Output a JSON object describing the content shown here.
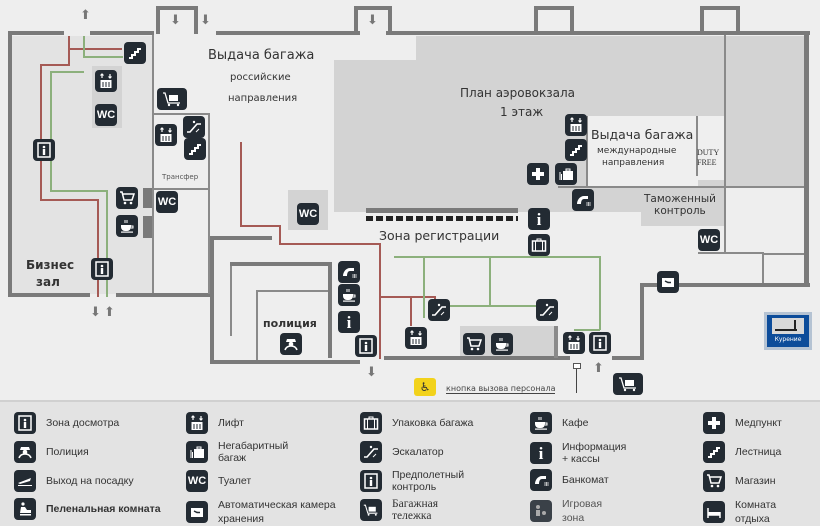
{
  "map": {
    "title_line1": "План аэровокзала",
    "title_line2": "1 этаж",
    "colors": {
      "walls": "#7a7a7a",
      "icon_bg": "#232b33",
      "route_departure": "#a55a55",
      "route_arrival": "#8cb07c",
      "smoking_sign": "#0c4c9a",
      "call_button": "#f2d21b"
    },
    "areas": {
      "baggage_domestic_line1": "Выдача багажа",
      "baggage_domestic_line2": "российские",
      "baggage_domestic_line3": "направления",
      "baggage_intl_line1": "Выдача багажа",
      "baggage_intl_line2": "международные",
      "baggage_intl_line3": "направления",
      "duty_free_line1": "DUTY",
      "duty_free_line2": "FREE",
      "customs_line1": "Таможенный",
      "customs_line2": "контроль",
      "checkin": "Зона регистрации",
      "transfer": "Трансфер",
      "business_line1": "Бизнес",
      "business_line2": "зал",
      "police": "полиция"
    },
    "smoking_label": "Курение",
    "call_button_label": "кнопка вызова персонала"
  },
  "legend": {
    "items": [
      {
        "icon": "security-frame-icon",
        "label": "Зона досмотра"
      },
      {
        "icon": "police-icon",
        "label": "Полиция"
      },
      {
        "icon": "boarding-gate-icon",
        "label": "Выход на посадку"
      },
      {
        "icon": "baby-changing-icon",
        "label": "Пеленальная комната"
      },
      {
        "icon": "elevator-icon",
        "label": "Лифт"
      },
      {
        "icon": "oversized-baggage-icon",
        "label": "Негабаритный багаж"
      },
      {
        "icon": "wc-icon",
        "label": "Туалет"
      },
      {
        "icon": "luggage-locker-icon",
        "label": "Автоматическая камера хранения"
      },
      {
        "icon": "baggage-wrapping-icon",
        "label": "Упаковка багажа"
      },
      {
        "icon": "escalator-icon",
        "label": "Эскалатор"
      },
      {
        "icon": "preflight-control-icon",
        "label": "Предполетный контроль"
      },
      {
        "icon": "baggage-trolley-icon",
        "label": "Багажная тележка"
      },
      {
        "icon": "cafe-icon",
        "label": "Кафе"
      },
      {
        "icon": "info-icon",
        "label": "Информация + кассы"
      },
      {
        "icon": "atm-icon",
        "label": "Банкомат"
      },
      {
        "icon": "play-area-icon",
        "label": "Игровая зона"
      },
      {
        "icon": "first-aid-icon",
        "label": "Медпункт"
      },
      {
        "icon": "stairs-icon",
        "label": "Лестница"
      },
      {
        "icon": "shop-icon",
        "label": "Магазин"
      },
      {
        "icon": "rest-room-icon",
        "label": "Комната отдыха"
      }
    ],
    "lines": {
      "oversized_1": "Негабаритный",
      "oversized_2": "багаж",
      "locker_1": "Автоматическая камера",
      "locker_2": "хранения",
      "preflight_1": "Предполетный",
      "preflight_2": "контроль",
      "trolley_1": "Багажная",
      "trolley_2": "тележка",
      "info_1": "Информация",
      "info_2": "+ кассы",
      "play_1": "Игровая",
      "play_2": "зона",
      "rest_1": "Комната",
      "rest_2": "отдыха"
    },
    "wc_text": "WC",
    "info_text": "i"
  }
}
